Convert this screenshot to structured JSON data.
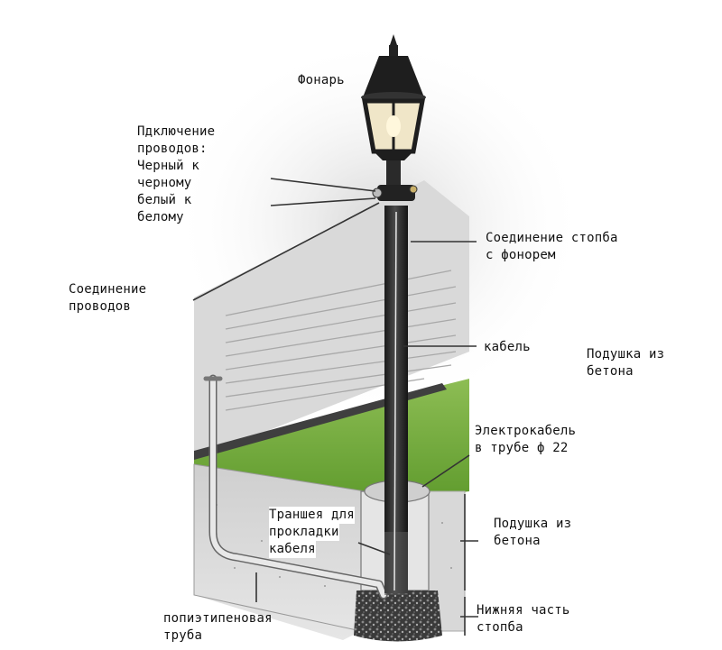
{
  "labels": {
    "lamp": "Фонарь",
    "wire_connection_1": "Пдключение",
    "wire_connection_2": "проводов:",
    "wire_connection_3": "Черный к",
    "wire_connection_4": "черному",
    "wire_connection_5": "белый к",
    "wire_connection_6": "белому",
    "post_lamp_joint_1": "Соединение стопба",
    "post_lamp_joint_2": "с фонорем",
    "wires_joint_1": "Соединение",
    "wires_joint_2": "проводов",
    "cable": "кабель",
    "concrete_pad_top_1": "Подушка из",
    "concrete_pad_top_2": "бетона",
    "conduit_cable_1": "Электрокабель",
    "conduit_cable_2": "в трубе ф 22",
    "trench_1": "Траншея для",
    "trench_2": "прокладки",
    "trench_3": "кабеля",
    "concrete_pad_1": "Подушка из",
    "concrete_pad_2": "бетона",
    "post_bottom_1": "Нижняя часть",
    "post_bottom_2": "стопба",
    "pipe_1": "попиэтипеновая",
    "pipe_2": "труба"
  }
}
